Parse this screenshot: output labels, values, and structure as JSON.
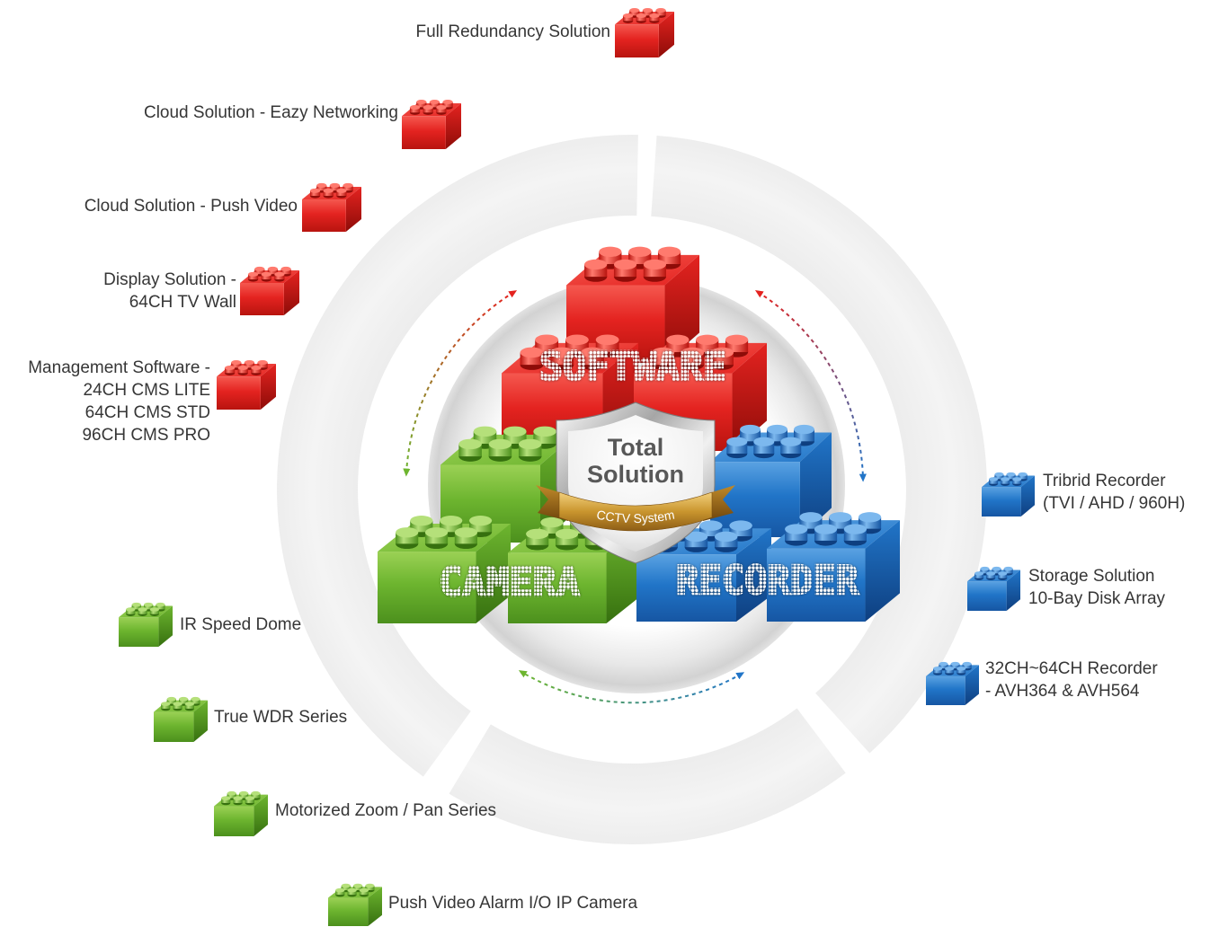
{
  "colors": {
    "software": {
      "top": "#f5584f",
      "front": "#e42320",
      "side": "#b8140f",
      "dark": "#8e0c08",
      "stud": "#ff7a6e"
    },
    "camera": {
      "top": "#9bd155",
      "front": "#6db52f",
      "side": "#4c901d",
      "dark": "#36700f",
      "stud": "#b5e07a"
    },
    "recorder": {
      "top": "#5aa2e2",
      "front": "#2175c8",
      "side": "#1656a3",
      "dark": "#0e3f80",
      "stud": "#7cb8ee"
    },
    "text": "#363636",
    "ribbon": "#c9952e"
  },
  "center": {
    "title": [
      "Total",
      "Solution"
    ],
    "ribbon_text": "CCTV System"
  },
  "pillars": {
    "software": "SOFTWARE",
    "camera": "CAMERA",
    "recorder": "RECORDER"
  },
  "software_items": [
    {
      "lines": [
        "Full Redundancy Solution"
      ]
    },
    {
      "lines": [
        "Cloud Solution - Eazy Networking"
      ]
    },
    {
      "lines": [
        "Cloud Solution - Push Video"
      ]
    },
    {
      "lines": [
        "Display Solution -",
        "64CH TV Wall"
      ]
    },
    {
      "lines": [
        "Management Software -",
        "24CH CMS LITE",
        "64CH CMS STD",
        "96CH CMS PRO"
      ]
    }
  ],
  "recorder_items": [
    {
      "lines": [
        "Tribrid Recorder",
        "(TVI / AHD / 960H)"
      ]
    },
    {
      "lines": [
        "Storage Solution",
        "10-Bay Disk Array"
      ]
    },
    {
      "lines": [
        "32CH~64CH Recorder",
        "- AVH364 & AVH564"
      ]
    }
  ],
  "camera_items": [
    {
      "lines": [
        "IR Speed Dome"
      ]
    },
    {
      "lines": [
        "True WDR Series"
      ]
    },
    {
      "lines": [
        "Motorized Zoom / Pan Series"
      ]
    },
    {
      "lines": [
        "Push Video Alarm I/O IP Camera"
      ]
    }
  ],
  "icons": {
    "item_icon": "brick-icon"
  }
}
